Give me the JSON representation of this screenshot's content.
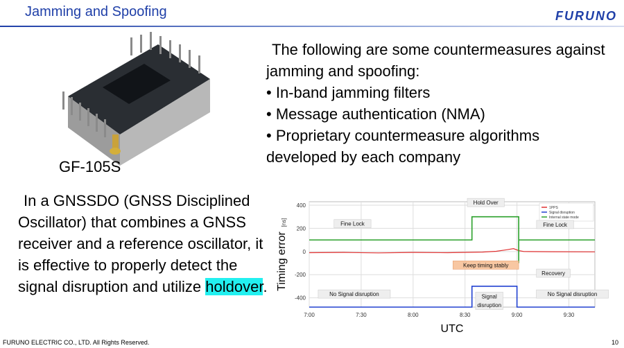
{
  "slide": {
    "title": "Jamming and Spoofing",
    "brand": "FURUNO",
    "product_label": "GF-105S",
    "countermeasures_intro": "The following are some countermeasures against jamming and spoofing:",
    "countermeasures": [
      "In-band jamming filters",
      "Message authentication (NMA)",
      "Proprietary countermeasure algorithms developed by each company"
    ],
    "gnssdo_text_before": "In a GNSSDO (GNSS Disciplined Oscillator) that combines a GNSS receiver and a reference oscillator, it is effective to properly detect the signal disruption and utilize ",
    "gnssdo_highlight": "holdover",
    "gnssdo_text_after": ".",
    "footer_copyright": "FURUNO ELECTRIC CO., LTD. All Rights Reserved.",
    "page_number": "10"
  },
  "chart_data": {
    "type": "line",
    "title": "",
    "xlabel": "UTC",
    "ylabel": "Timing error",
    "ylabel_unit": "[ns]",
    "xlim": [
      0,
      165
    ],
    "ylim": [
      -480,
      430
    ],
    "x_ticks": [
      {
        "x": 0,
        "label": "7:00"
      },
      {
        "x": 30,
        "label": "7:30"
      },
      {
        "x": 60,
        "label": "8:00"
      },
      {
        "x": 90,
        "label": "8:30"
      },
      {
        "x": 120,
        "label": "9:00"
      },
      {
        "x": 150,
        "label": "9:30"
      }
    ],
    "y_ticks": [
      400,
      200,
      0,
      -200,
      -400
    ],
    "grid": true,
    "legend": {
      "position": "top-right",
      "entries": [
        "1PPS",
        "Signal disruption",
        "Internal state mode"
      ]
    },
    "series": [
      {
        "name": "1PPS",
        "color": "#e03030",
        "x": [
          0,
          20,
          40,
          60,
          80,
          100,
          108,
          114,
          118,
          121,
          124,
          140,
          165
        ],
        "y": [
          -10,
          -8,
          -12,
          -8,
          -10,
          -5,
          2,
          15,
          25,
          8,
          0,
          -2,
          -3
        ]
      },
      {
        "name": "Signal disruption",
        "color": "#2040d0",
        "x": [
          0,
          94,
          94,
          120,
          120,
          165
        ],
        "y": [
          -480,
          -480,
          -300,
          -300,
          -480,
          -480
        ]
      },
      {
        "name": "Internal state mode",
        "color": "#2aa02a",
        "x": [
          0,
          94,
          94,
          121,
          121,
          121,
          165
        ],
        "y": [
          100,
          100,
          300,
          300,
          -100,
          100,
          100
        ]
      }
    ],
    "annotations": [
      {
        "text": "Hold Over",
        "x": 102,
        "y": 405,
        "style": "gray"
      },
      {
        "text": "Fine Lock",
        "x": 25,
        "y": 222,
        "style": "gray"
      },
      {
        "text": "Fine Lock",
        "x": 142,
        "y": 215,
        "style": "gray"
      },
      {
        "text": "Keep timing stably",
        "x": 102,
        "y": -135,
        "style": "orange"
      },
      {
        "text": "Recovery",
        "x": 141,
        "y": -205,
        "style": "gray"
      },
      {
        "text": "No Signal disruption",
        "x": 26,
        "y": -385,
        "style": "gray"
      },
      {
        "text": "Signal",
        "x": 104,
        "y": -405,
        "style": "gray"
      },
      {
        "text": "disruption",
        "x": 104,
        "y": -480,
        "style": "gray-second-line"
      },
      {
        "text": "No Signal disruption",
        "x": 152,
        "y": -385,
        "style": "gray"
      }
    ]
  }
}
